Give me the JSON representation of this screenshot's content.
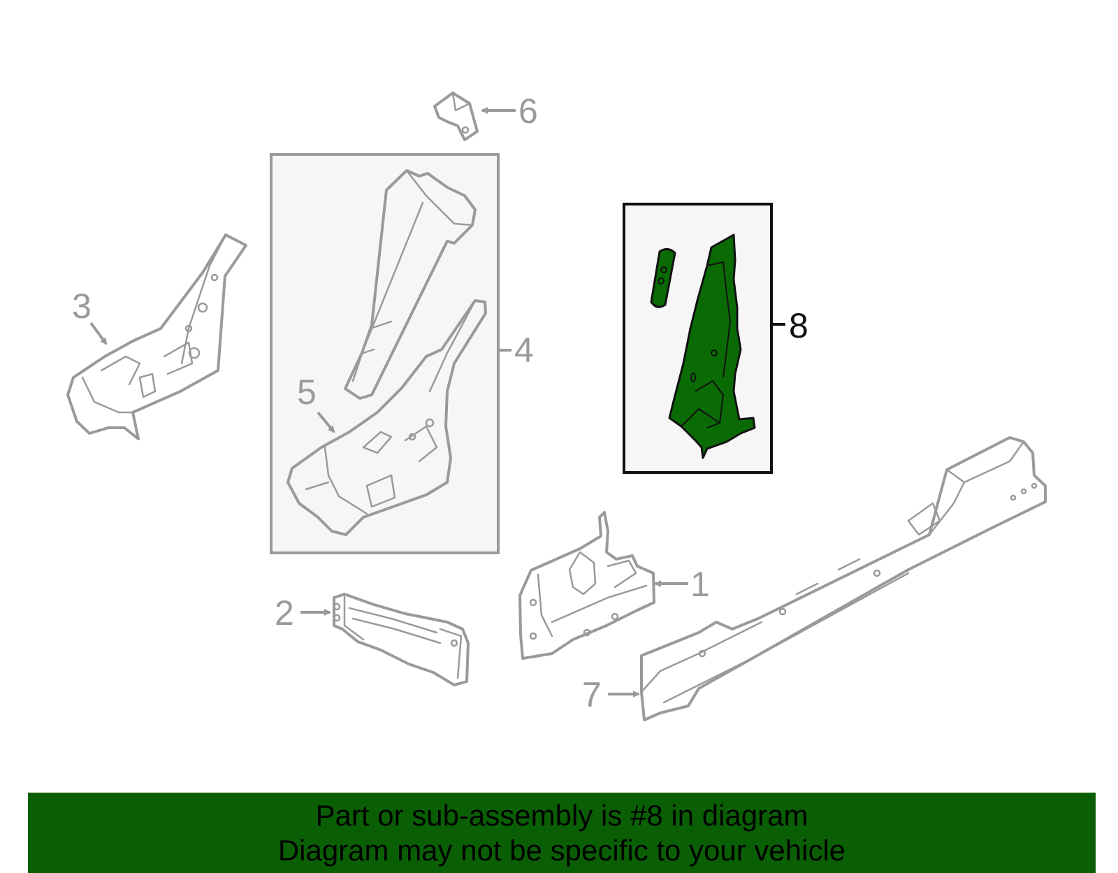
{
  "callouts": [
    "1",
    "2",
    "3",
    "4",
    "5",
    "6",
    "7",
    "8"
  ],
  "highlight_color": "#0a6b05",
  "banner": {
    "line1": "Part or sub-assembly is #8 in diagram",
    "line2": "Diagram may not be specific to your vehicle",
    "background": "#0a5f05"
  }
}
